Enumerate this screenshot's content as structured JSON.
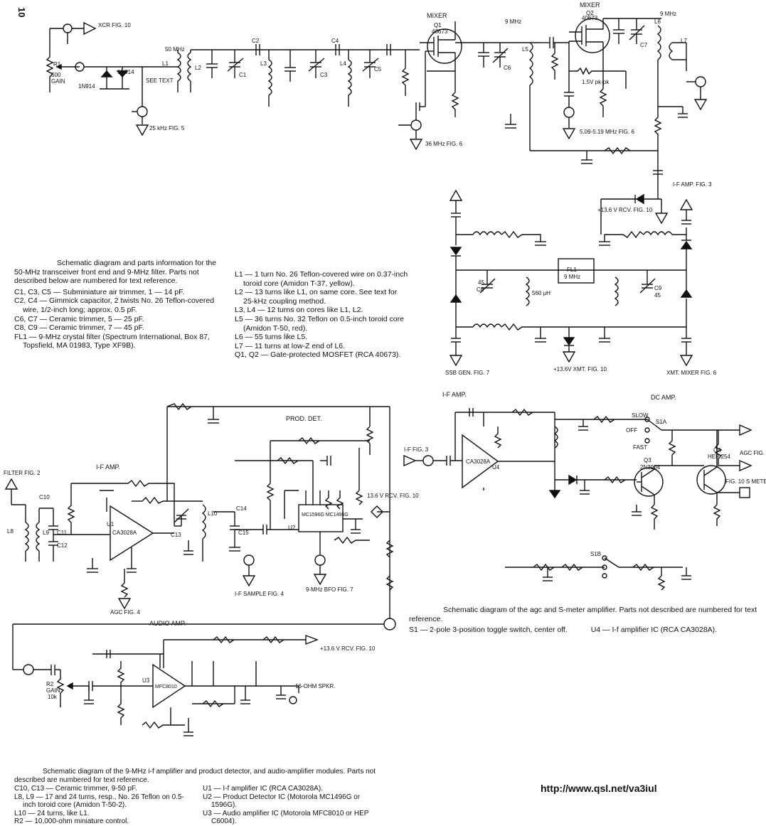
{
  "page_number": "10",
  "url": "http://www.qsl.net/va3iul",
  "front_end": {
    "caption": "Schematic diagram and parts information for the 50-MHz transceiver front end and 9-MHz filter. Parts not described below are numbered for text reference.",
    "parts_left": [
      "C1, C3, C5 — Subminiature air trimmer, 1 — 14 pF.",
      "C2, C4 — Gimmick capacitor, 2 twists No. 26 Teflon-covered wire, 1/2-inch long; approx. 0.5 pF.",
      "C6, C7 — Ceramic trimmer, 5 — 25 pF.",
      "C8, C9 — Ceramic trimmer, 7 — 45 pF.",
      "FL1 — 9-MHz crystal filter (Spectrum International, Box 87, Topsfield, MA 01983, Type XF9B)."
    ],
    "parts_right": [
      "L1 — 1 turn No. 26 Teflon-covered wire on 0.37-inch toroid core (Amidon T-37, yellow).",
      "L2 — 13 turns like L1, on same core. See text for 25-kHz coupling method.",
      "L3, L4 — 12 turns on cores like L1, L2.",
      "L5 — 36 turns No. 32 Teflon on 0.5-inch toroid core (Amidon T-50, red).",
      "L6 — 55 turns like L5.",
      "L7 — 11 turns at low-Z end of L6.",
      "Q1, Q2 — Gate-protected MOSFET (RCA 40673)."
    ]
  },
  "agc": {
    "caption": "Schematic diagram of the agc and S-meter amplifier. Parts not described are numbered for text reference.",
    "parts": [
      "S1 — 2-pole 3-position toggle switch, center off.",
      "U4 — I-f amplifier IC (RCA CA3028A)."
    ]
  },
  "if_module": {
    "caption": "Schematic diagram of the 9-MHz i-f amplifier and product detector, and audio-amplifier modules. Parts not described are numbered for text reference.",
    "parts_left": [
      "C10, C13 — Ceramic trimmer, 9-50 pF.",
      "L8, L9 — 17 and 24 turns, resp., No. 26 Teflon on 0.5-inch toroid core (Amidon T-50-2).",
      "L10 — 24 turns, like L1.",
      "R2 — 10,000-ohm miniature control."
    ],
    "parts_right": [
      "U1 — I-f amplifier IC (RCA CA3028A).",
      "U2 — Product Detector IC (Motorola MC1496G or 1596G).",
      "U3 — Audio amplifier IC (Motorola MFC8010 or HEP C6004)."
    ]
  },
  "labels": {
    "mixer1": "MIXER",
    "mixer2": "MIXER",
    "q1": "Q1",
    "q1_type": "40673",
    "q2": "Q2",
    "q2_type": "40673",
    "mhz50": "50 MHz",
    "mhz9": "9 MHz",
    "mhz9b": "9 MHz",
    "r1": "R1",
    "r1_val": "500",
    "gain": "GAIN",
    "to_fig10": "XCR FIG. 10",
    "fig5": "25 kHz FIG. 5",
    "see_text": "SEE TEXT",
    "lo36": "36 MHz FIG. 6",
    "lo5": "5.09-5.19 MHz FIG. 6",
    "l1": "L1",
    "l2": "L2",
    "l3": "L3",
    "l4": "L4",
    "l5": "L5",
    "l6": "L6",
    "l7": "L7",
    "c1": "C1",
    "c2": "C2",
    "c3": "C3",
    "c4": "C4",
    "c5": "C5",
    "c6": "C6",
    "c7": "C7",
    "d1": "1N914",
    "d2": "1N914",
    "fl1": "FL1",
    "fl1_freq": "9 MHz",
    "c8": "C8",
    "c8v": "45",
    "c9": "C9",
    "c9v": "45",
    "ind560": "560 μH",
    "rcv_pwr": "+13.6 V RCV. FIG. 10",
    "xmt_pwr": "+13.6V XMT. FIG. 10",
    "if_amp_fig3": "I-F AMP. FIG. 3",
    "ssb_gen": "SSB GEN. FIG. 7",
    "xmt_mixer": "XMT. MIXER FIG. 6",
    "if_amp_title": "I-F AMP.",
    "dc_amp": "DC AMP.",
    "slow": "SLOW",
    "off": "OFF",
    "fast": "FAST",
    "s1a": "S1A",
    "s1b": "S1B",
    "u4": "U4",
    "ca3028a": "CA3028A",
    "q3": "Q3",
    "q3t": "2N3904",
    "q4": "Q4",
    "q4t": "HEP 254",
    "agc_out": "AGC FIG. 3",
    "s_meter": "FIG. 10 S METER",
    "if_fig3": "I-F FIG. 3",
    "filter_fig2": "FILTER FIG. 2",
    "if_amp2": "I-F AMP.",
    "prod_det": "PROD. DET.",
    "u1": "U1",
    "u1t": "CA3028A",
    "u2": "U2",
    "u2t": "MC1596G MC1496G",
    "u3": "U3",
    "u3t": "MFC8010",
    "audio_amp": "AUDIO AMP.",
    "agc_fig4": "AGC FIG. 4",
    "if_sample": "I-F SAMPLE FIG. 4",
    "bfo": "9-MHz BFO FIG. 7",
    "rcv10": "13.6 V RCV. FIG. 10",
    "rcv10b": "+13.6 V RCV. FIG. 10",
    "spkr": "16-OHM SPKR.",
    "r2": "R2",
    "r2g": "GAIN",
    "r2v": "10k",
    "l8": "L8",
    "l9": "L9",
    "l10": "L10",
    "c10": "C10",
    "c11": "C11",
    "c12": "C12",
    "c13": "C13",
    "c14": "C14",
    "c15": "C15",
    "v15": "1.5V pk-pk"
  }
}
